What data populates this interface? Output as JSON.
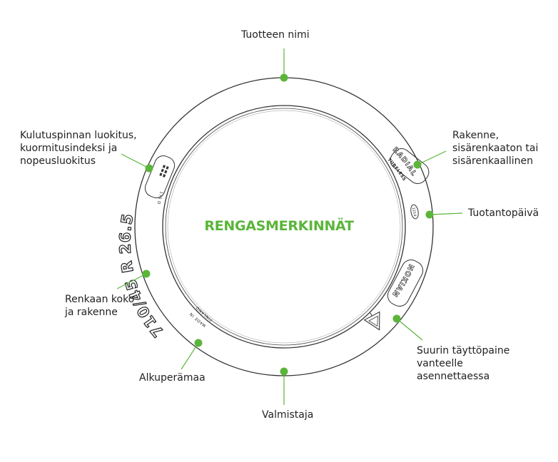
{
  "title": "RENGASMERKINNÄT",
  "accent_color": "#5bb53a",
  "callouts": {
    "product_name": "Tuotteen nimi",
    "structure": "Rakenne,\nsisärenkaaton tai\nsisärenkaallinen",
    "production_date": "Tuotantopäivä",
    "max_pressure": "Suurin täyttöpaine\nvanteelle\nasennettaessa",
    "manufacturer": "Valmistaja",
    "origin": "Alkuperämaa",
    "size": "Renkaan koko\nja rakenne",
    "tread": "Kulutuspinnan luokitus,\nkuormitusindeksi ja\nnopeusluokitus"
  },
  "tire_markings": {
    "size": "710/45 R 26.5",
    "radial": "RADIAL",
    "tubeless": "TUBELESS",
    "brand": "NOKIAN",
    "made_in": "MADE IN",
    "country": "FINLAND",
    "date_code": "1214",
    "load_speed": "175 D"
  }
}
